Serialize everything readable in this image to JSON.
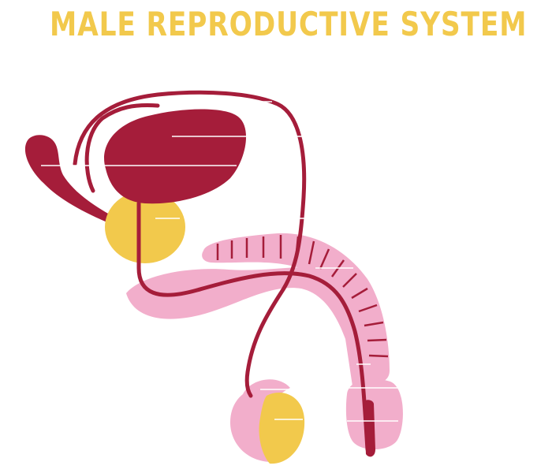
{
  "title": "MALE REPRODUCTIVE SYSTEM",
  "colors": {
    "title": "#f2c94c",
    "crimson": "#a51d3a",
    "pink": "#f2aecb",
    "yellow": "#f2c94c",
    "label_line": "#ffffff",
    "background": "#ffffff"
  },
  "diagram": {
    "structures": [
      "bladder",
      "seminal-vesicle",
      "prostate",
      "ureter",
      "vas-deferens",
      "urethra",
      "corpus-spongiosum",
      "penile-shaft",
      "glans",
      "epididymis",
      "testis"
    ],
    "blank_label_lines": 11
  }
}
